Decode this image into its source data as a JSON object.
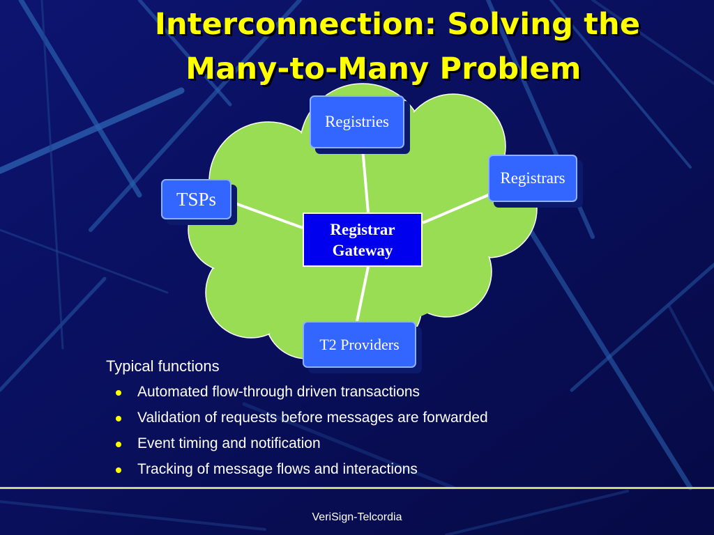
{
  "slide": {
    "title_line1": "Interconnection: Solving the",
    "title_line2": "Many-to-Many Problem",
    "footer": "VeriSign-Telcordia"
  },
  "diagram": {
    "hub": {
      "line1": "Registrar",
      "line2": "Gateway"
    },
    "nodes": {
      "registries": "Registries",
      "registrars": "Registrars",
      "tsps": "TSPs",
      "t2_providers": "T2 Providers"
    },
    "cloud_color": "#99dd55",
    "node_color": "#3366ff",
    "hub_color": "#0000ee"
  },
  "functions": {
    "heading": "Typical functions",
    "items": [
      "Automated flow-through driven transactions",
      "Validation of requests before messages are forwarded",
      "Event timing and notification",
      "Tracking of message flows and interactions"
    ]
  },
  "colors": {
    "background": "#0a0f5c",
    "title": "#ffff00",
    "bullet": "#ffff00"
  }
}
